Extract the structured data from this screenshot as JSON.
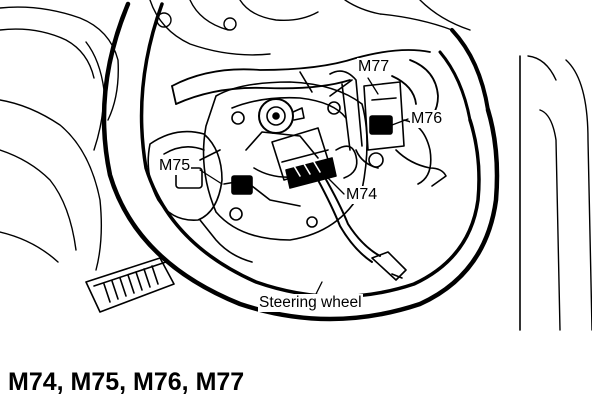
{
  "diagram": {
    "labels": {
      "m77": "M77",
      "m76": "M76",
      "m75": "M75",
      "m74": "M74",
      "steering_wheel": "Steering wheel"
    },
    "caption": "M74, M75, M76, M77"
  }
}
